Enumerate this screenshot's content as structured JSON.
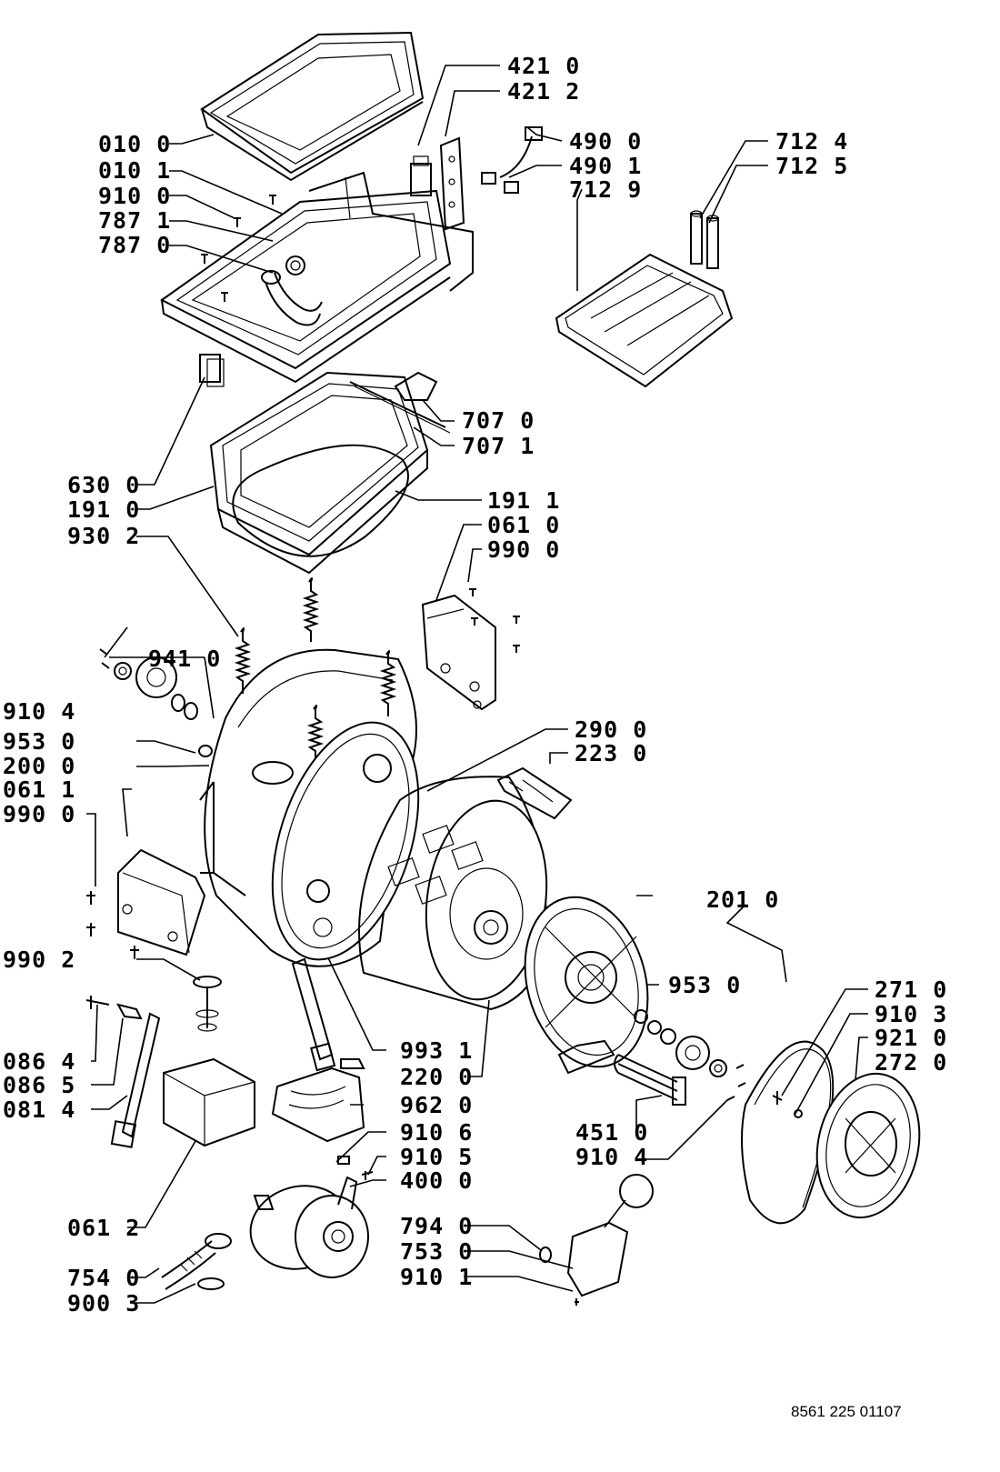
{
  "labels": {
    "l_4210": "421 0",
    "l_4212": "421 2",
    "l_4900": "490 0",
    "l_4901": "490 1",
    "l_7129": "712 9",
    "l_7124": "712 4",
    "l_7125": "712 5",
    "l_0100": "010 0",
    "l_0101": "010 1",
    "l_9100": "910 0",
    "l_7871": "787 1",
    "l_7870": "787 0",
    "l_7070": "707 0",
    "l_7071": "707 1",
    "l_6300": "630 0",
    "l_1910": "191 0",
    "l_1911": "191 1",
    "l_0610": "061 0",
    "l_9302": "930 2",
    "l_9900a": "990 0",
    "l_9410": "941 0",
    "l_9104a": "910 4",
    "l_9530a": "953 0",
    "l_2000": "200 0",
    "l_0611": "061 1",
    "l_9900b": "990 0",
    "l_2900": "290 0",
    "l_2230": "223 0",
    "l_2010": "201 0",
    "l_9902": "990 2",
    "l_9530b": "953 0",
    "l_2710": "271 0",
    "l_9103": "910 3",
    "l_9210": "921 0",
    "l_2720": "272 0",
    "l_0864": "086 4",
    "l_0865": "086 5",
    "l_0814": "081 4",
    "l_9931": "993 1",
    "l_2200": "220 0",
    "l_9620": "962 0",
    "l_9106": "910 6",
    "l_9105": "910 5",
    "l_4000": "400 0",
    "l_4510": "451 0",
    "l_9104b": "910 4",
    "l_0612": "061 2",
    "l_7940": "794 0",
    "l_7530": "753 0",
    "l_9101": "910 1",
    "l_7540": "754 0",
    "l_9003": "900 3"
  },
  "reference": "8561 225 01107"
}
